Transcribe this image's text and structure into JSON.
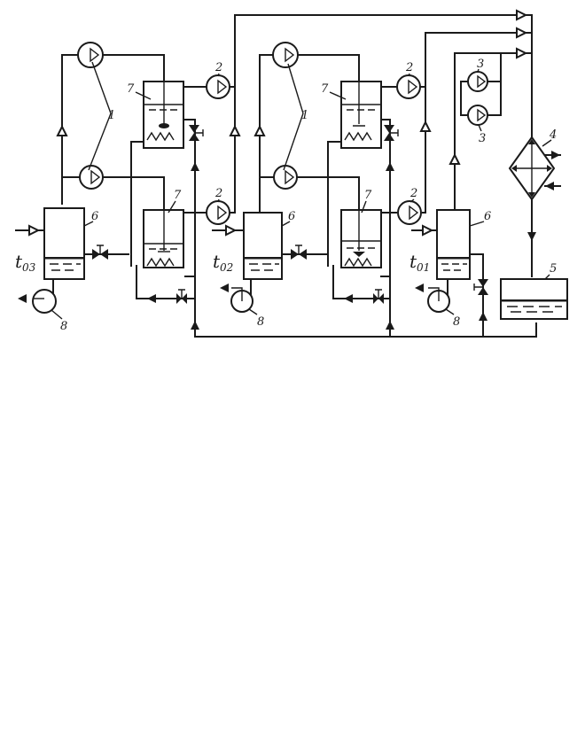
{
  "labels": {
    "pump": "1",
    "compressor": "2",
    "aux_unit": "3",
    "heat_exchanger": "4",
    "receiver": "5",
    "separator": "6",
    "generator": "7",
    "sump_pump": "8"
  },
  "temps": [
    {
      "t": "t",
      "sub": "03"
    },
    {
      "t": "t",
      "sub": "02"
    },
    {
      "t": "t",
      "sub": "01"
    }
  ],
  "colors": {
    "ink": "#1a1a1a",
    "paper": "#ffffff"
  }
}
